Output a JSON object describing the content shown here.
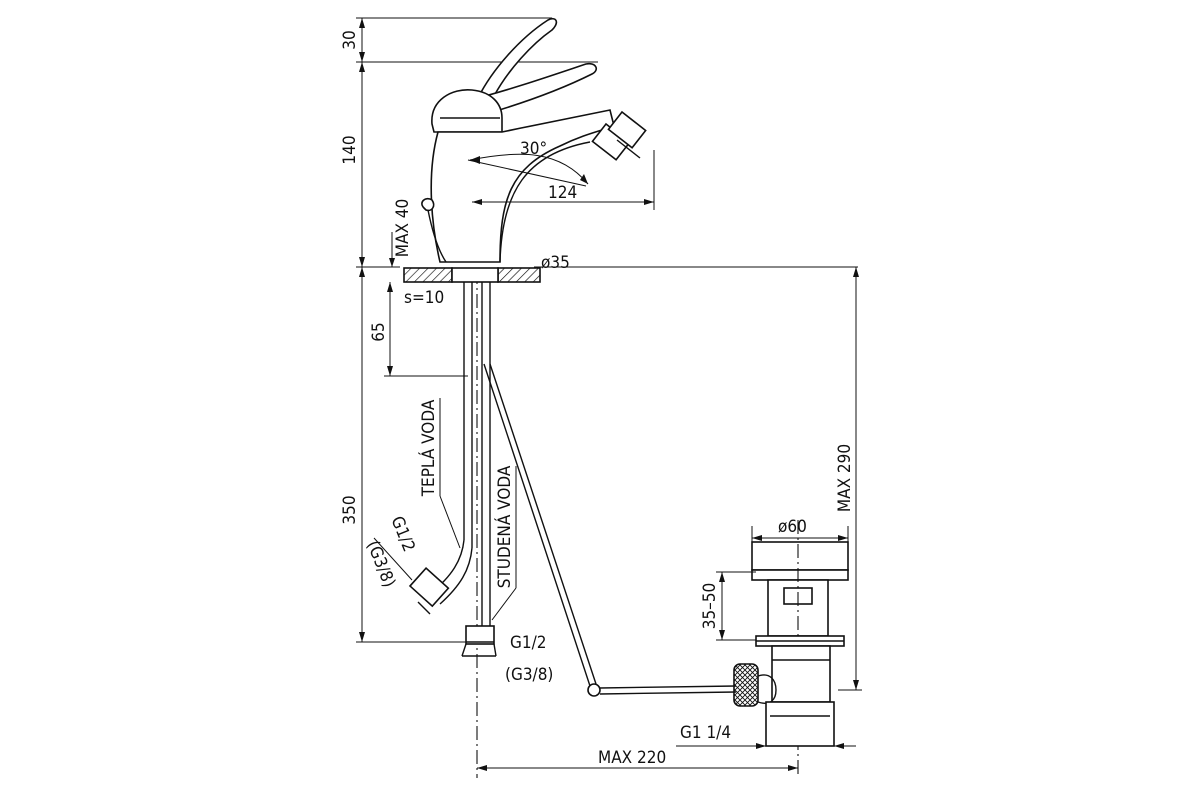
{
  "dimensions": {
    "handle_travel": "30",
    "body_height": "140",
    "swivel_angle": "30°",
    "spout_reach": "124",
    "max_deck_thickness": "MAX 40",
    "base_diameter": "ø35",
    "deck_s": "s=10",
    "shank_length": "65",
    "hose_length": "350",
    "max_height": "MAX 290",
    "drain_diameter": "ø60",
    "drain_range": "35–50",
    "max_reach": "MAX 220"
  },
  "labels": {
    "warm_water": "TEPLÁ VODA",
    "cold_water": "STUDENÁ VODA",
    "hose_thread": "G1/2",
    "hose_thread_alt": "(G3/8)",
    "inlet_thread": "G1/2",
    "inlet_thread_alt": "(G3/8)",
    "drain_thread": "G1  1/4"
  }
}
